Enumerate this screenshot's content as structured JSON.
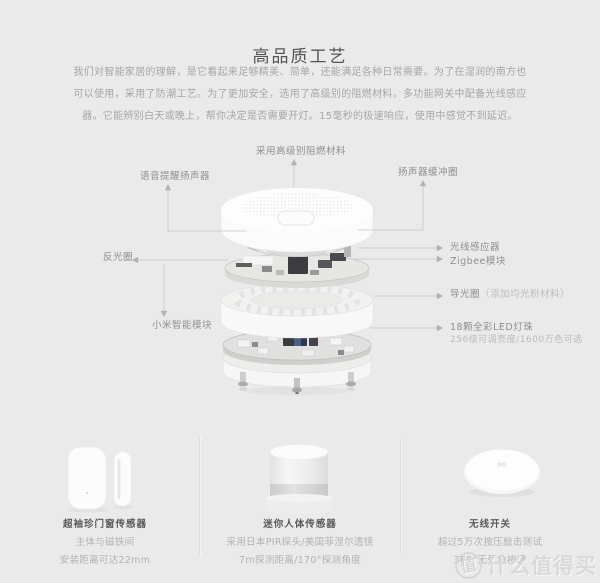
{
  "header": {
    "title": "高品质工艺",
    "intro_lines": [
      "我们对智能家居的理解，是它看起来足够精美、简单，还能满足各种日常需要。为了在湿润的南方也",
      "可以使用，采用了防潮工艺。为了更加安全，选用了高级别的阻燃材料。多功能网关中配备光线感应",
      "器。它能辨别白天或晚上，帮你决定是否需要开灯。15毫秒的极速响应，使用中感觉不到延迟。"
    ]
  },
  "diagram": {
    "callouts": {
      "flame_material": "采用高级别阻燃材料",
      "voice_speaker": "语音提醒扬声器",
      "speaker_buffer": "扬声器缓冲圈",
      "reflector_ring": "反光圈",
      "mi_module": "小米智能模块",
      "light_sensor": "光线感应器",
      "zigbee_module": "Zigbee模块",
      "light_guide": "导光圈",
      "light_guide_note": "（添加均光粉材料）",
      "led_title": "18颗全彩LED灯珠",
      "led_detail": "256级可调亮度/1600万色可选"
    }
  },
  "products": [
    {
      "icon": "door-window-sensor",
      "name": "超袖珍门窗传感器",
      "line1": "主体与磁铁间",
      "line2": "安装距离可达22mm"
    },
    {
      "icon": "motion-sensor",
      "name": "迷你人体传感器",
      "line1": "采用日本PIR探头/美国菲涅尔透镜",
      "line2": "7m探测距离/170°探测角度"
    },
    {
      "icon": "wireless-switch",
      "name": "无线开关",
      "line1": "超过5万次按压敲击测试",
      "line2": "360°无死角按键",
      "logo": "MI"
    }
  ],
  "watermark": {
    "badge": "值",
    "text": "什么值得买"
  },
  "colors": {
    "background": "#eaeaea",
    "title_text": "#555555",
    "body_text": "#a6a6a6",
    "label_text": "#8f8f8f",
    "label_light": "#bcbcbc",
    "watermark": "#d9d9d9"
  }
}
